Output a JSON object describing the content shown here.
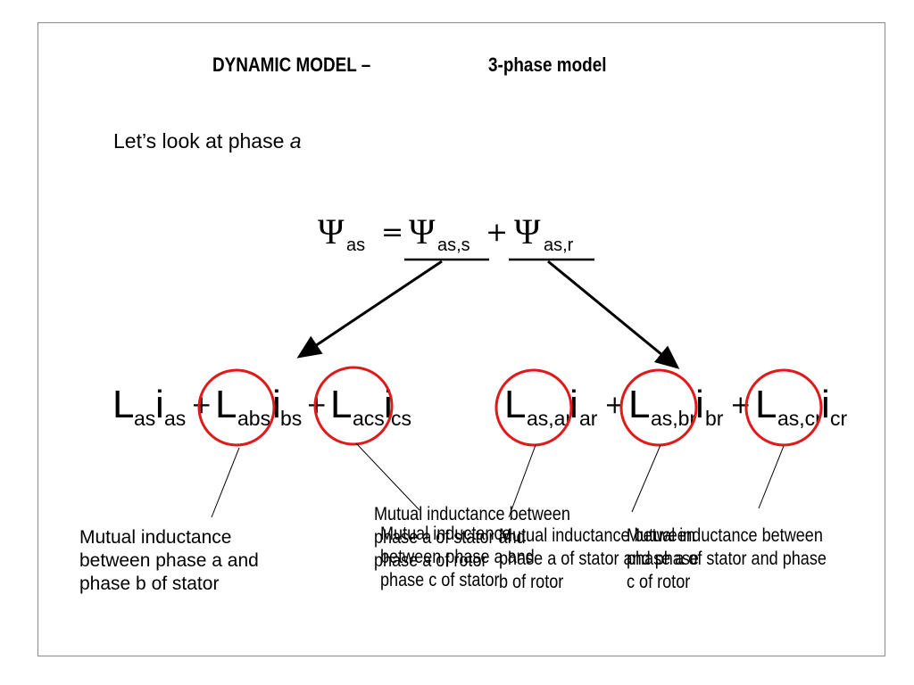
{
  "title": {
    "left": "DYNAMIC MODEL –",
    "right": "3-phase model"
  },
  "intro": {
    "text": "Let’s look at phase ",
    "phase": "a"
  },
  "equation": {
    "psi": "Ψ",
    "equals": "=",
    "plus": "+",
    "lhs_sub": "as",
    "term1_sub": "as,s",
    "term2_sub": "as,r"
  },
  "stator_terms": {
    "L": "L",
    "i": "i",
    "plus": "+",
    "t1_L_sub": "as",
    "t1_i_sub": "as",
    "t2_L_sub": "abs",
    "t2_i_sub": "bs",
    "t3_L_sub": "acs",
    "t3_i_sub": "cs"
  },
  "rotor_terms": {
    "L": "L",
    "i": "i",
    "plus": "+",
    "t1_L_sub": "as,ar",
    "t1_i_sub": "ar",
    "t2_L_sub": "as,br",
    "t2_i_sub": "br",
    "t3_L_sub": "as,cr",
    "t3_i_sub": "cr"
  },
  "annotations": {
    "ab_stator": "Mutual inductance between phase a and phase b of stator",
    "ac_stator": "Mutual inductance between phase a and phase c of stator",
    "aa_rotor": "Mutual inductance between phase a of stator and phase a of rotor",
    "ab_rotor": "Mutual inductance between phase a of stator and phase b of rotor",
    "ac_rotor": "Mutual inductance between phase a of stator and phase c of rotor"
  },
  "colors": {
    "circle": "#e01a1a",
    "line": "#000000"
  }
}
